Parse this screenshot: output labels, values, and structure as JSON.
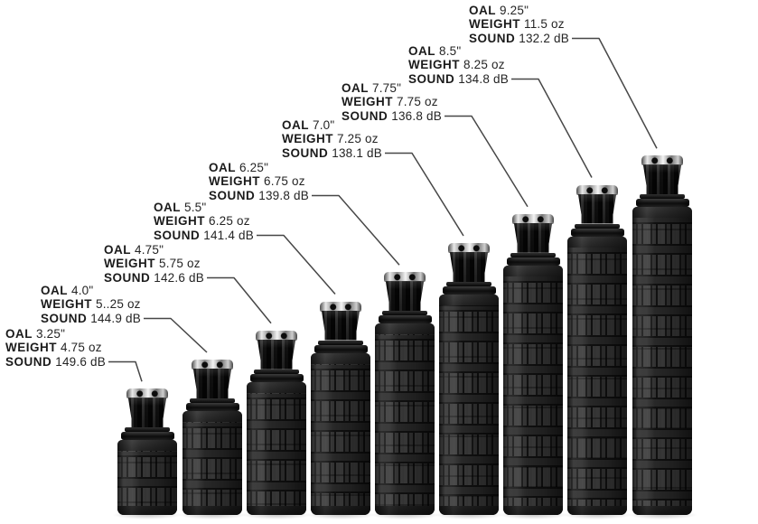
{
  "field_labels": {
    "oal": "OAL",
    "weight": "WEIGHT",
    "sound": "SOUND"
  },
  "items": [
    {
      "oal": "3.25\"",
      "oal_in": 3.25,
      "weight": "4.75 oz",
      "weight_oz": 4.75,
      "sound": "149.6 dB",
      "sound_db": 149.6
    },
    {
      "oal": "4.0\"",
      "oal_in": 4.0,
      "weight": "5..25 oz",
      "weight_oz": 5.25,
      "sound": "144.9 dB",
      "sound_db": 144.9
    },
    {
      "oal": "4.75\"",
      "oal_in": 4.75,
      "weight": "5.75 oz",
      "weight_oz": 5.75,
      "sound": "142.6 dB",
      "sound_db": 142.6
    },
    {
      "oal": "5.5\"",
      "oal_in": 5.5,
      "weight": "6.25 oz",
      "weight_oz": 6.25,
      "sound": "141.4 dB",
      "sound_db": 141.4
    },
    {
      "oal": "6.25\"",
      "oal_in": 6.25,
      "weight": "6.75 oz",
      "weight_oz": 6.75,
      "sound": "139.8 dB",
      "sound_db": 139.8
    },
    {
      "oal": "7.0\"",
      "oal_in": 7.0,
      "weight": "7.25 oz",
      "weight_oz": 7.25,
      "sound": "138.1 dB",
      "sound_db": 138.1
    },
    {
      "oal": "7.75\"",
      "oal_in": 7.75,
      "weight": "7.75 oz",
      "weight_oz": 7.75,
      "sound": "136.8 dB",
      "sound_db": 136.8
    },
    {
      "oal": "8.5\"",
      "oal_in": 8.5,
      "weight": "8.25 oz",
      "weight_oz": 8.25,
      "sound": "134.8 dB",
      "sound_db": 134.8
    },
    {
      "oal": "9.25\"",
      "oal_in": 9.25,
      "weight": "11.5 oz",
      "weight_oz": 11.5,
      "sound": "132.2 dB",
      "sound_db": 132.2
    }
  ],
  "colors": {
    "background": "#ffffff",
    "text": "#242424",
    "leader_line": "#474747",
    "tube_base": "#272727",
    "metal_highlight": "#e9e9e9"
  },
  "chart_data": {
    "type": "table",
    "columns": [
      "OAL (in)",
      "Weight (oz)",
      "Sound (dB)"
    ],
    "rows": [
      [
        3.25,
        4.75,
        149.6
      ],
      [
        4.0,
        5.25,
        144.9
      ],
      [
        4.75,
        5.75,
        142.6
      ],
      [
        5.5,
        6.25,
        141.4
      ],
      [
        6.25,
        6.75,
        139.8
      ],
      [
        7.0,
        7.25,
        138.1
      ],
      [
        7.75,
        7.75,
        136.8
      ],
      [
        8.5,
        8.25,
        134.8
      ],
      [
        9.25,
        11.5,
        132.2
      ]
    ]
  }
}
